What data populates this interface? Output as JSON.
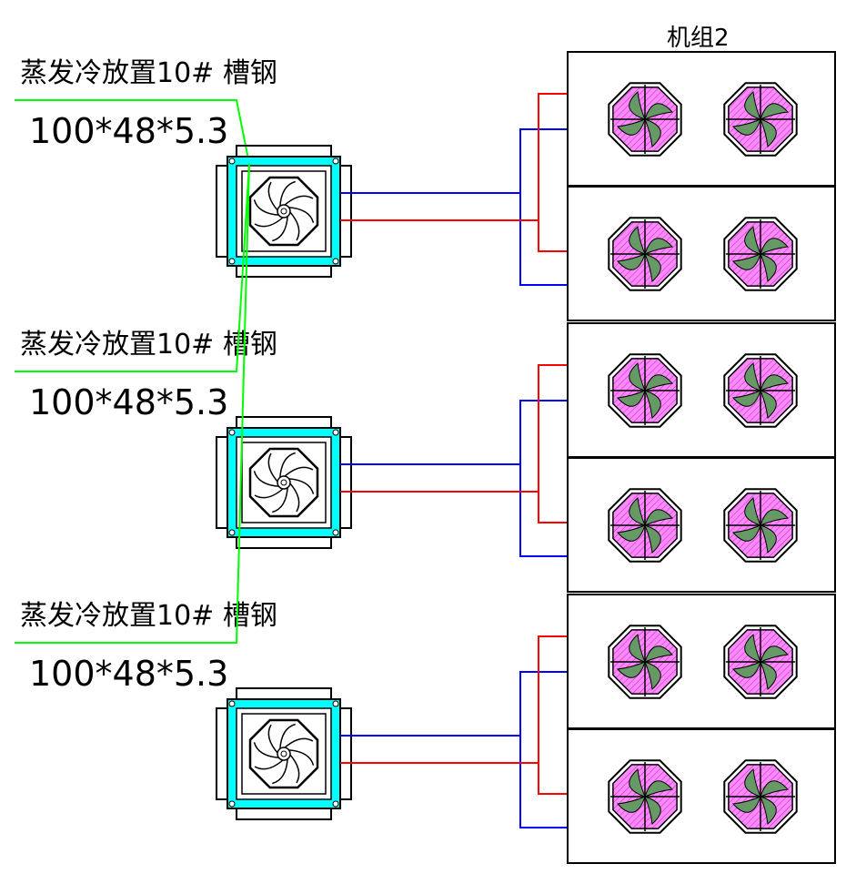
{
  "unit_title": "机组2",
  "evaporators": [
    {
      "label": "蒸发冷放置10# 槽钢",
      "dimension": "100*48*5.3"
    },
    {
      "label": "蒸发冷放置10# 槽钢",
      "dimension": "100*48*5.3"
    },
    {
      "label": "蒸发冷放置10# 槽钢",
      "dimension": "100*48*5.3"
    }
  ],
  "colors": {
    "supply_line": "#0000ff",
    "return_line": "#ff0000",
    "leader_line": "#00ff00",
    "frame": "#00ffff",
    "fan_fill": "#ff88ff",
    "blade_fill": "#669966"
  }
}
